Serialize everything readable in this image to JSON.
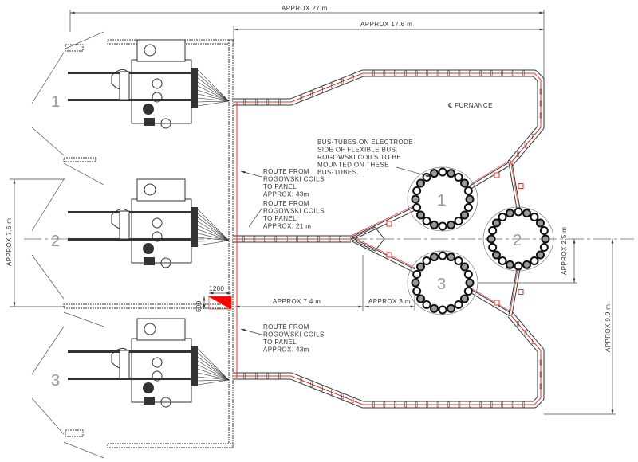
{
  "dimensions": {
    "overall_length": "APPROX 27 m",
    "bus_length": "APPROX 17.6 m",
    "bay_spacing": "APPROX 7.6 m",
    "wall_to_delta": "APPROX 7.4 m",
    "delta_to_electrode": "APPROX 3 m",
    "electrode_offset": "APPROX 2.5 m",
    "centerline_to_bus": "APPROX 9.9 m",
    "trench_width": "1200",
    "trench_depth": "600"
  },
  "transformers": [
    {
      "number": "1"
    },
    {
      "number": "2"
    },
    {
      "number": "3"
    }
  ],
  "electrodes": [
    {
      "number": "1"
    },
    {
      "number": "2"
    },
    {
      "number": "3"
    }
  ],
  "furnace_centerline_label": "℄ FURNANCE",
  "notes": {
    "bus_tubes": [
      "BUS-TUBES ON ELECTRODE",
      "SIDE OF FLEXIBLE BUS.",
      "ROGOWSKI COILS TO BE",
      "MOUNTED ON THESE",
      "BUS-TUBES."
    ],
    "route_upper": [
      "ROUTE FROM",
      "ROGOWSKI COILS",
      "TO PANEL",
      "APPROX. 43m"
    ],
    "route_middle": [
      "ROUTE FROM",
      "ROGOWSKI COILS",
      "TO PANEL",
      "APPROX. 21 m"
    ],
    "route_lower": [
      "ROUTE FROM",
      "ROGOWSKI COILS",
      "TO PANEL",
      "APPROX. 43m"
    ]
  },
  "colors": {
    "line": "#333333",
    "cable": "#e8302a",
    "fill_red": "#ff0000"
  }
}
